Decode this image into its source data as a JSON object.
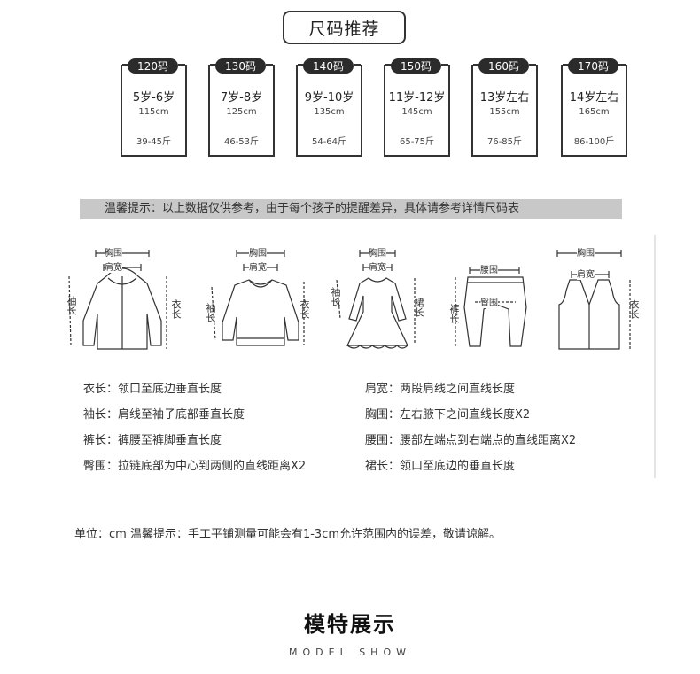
{
  "header": {
    "title": "尺码推荐"
  },
  "sizes": [
    {
      "tag": "120码",
      "age": "5岁-6岁",
      "height": "115cm",
      "weight": "39-45斤"
    },
    {
      "tag": "130码",
      "age": "7岁-8岁",
      "height": "125cm",
      "weight": "46-53斤"
    },
    {
      "tag": "140码",
      "age": "9岁-10岁",
      "height": "135cm",
      "weight": "54-64斤"
    },
    {
      "tag": "150码",
      "age": "11岁-12岁",
      "height": "145cm",
      "weight": "65-75斤"
    },
    {
      "tag": "160码",
      "age": "13岁左右",
      "height": "155cm",
      "weight": "76-85斤"
    },
    {
      "tag": "170码",
      "age": "14岁左右",
      "height": "165cm",
      "weight": "86-100斤"
    }
  ],
  "tip": "温馨提示：以上数据仅供参考，由于每个孩子的提醒差异，具体请参考详情尺码表",
  "diagrams": {
    "jacket": {
      "chest": "胸围",
      "shoulder": "肩宽",
      "sleeve": "袖长",
      "length": "衣长"
    },
    "sweater": {
      "chest": "胸围",
      "shoulder": "肩宽",
      "sleeve": "袖长",
      "length": "衣长"
    },
    "dress": {
      "chest": "胸围",
      "shoulder": "肩宽",
      "sleeve": "袖长",
      "length": "裙长"
    },
    "pants": {
      "waist": "腰围",
      "hip": "臀围",
      "length": "裤长"
    },
    "vest": {
      "chest": "胸围",
      "shoulder": "肩宽",
      "length": "衣长"
    }
  },
  "definitions": {
    "left": [
      {
        "key": "衣长：",
        "value": "领口至底边垂直长度"
      },
      {
        "key": "袖长：",
        "value": "肩线至袖子底部垂直长度"
      },
      {
        "key": "裤长：",
        "value": "裤腰至裤脚垂直长度"
      },
      {
        "key": "臀围：",
        "value": "拉链底部为中心到两侧的直线距离X2"
      }
    ],
    "right": [
      {
        "key": "肩宽：",
        "value": "两段肩线之间直线长度"
      },
      {
        "key": "胸围：",
        "value": "左右腋下之间直线长度X2"
      },
      {
        "key": "腰围：",
        "value": "腰部左端点到右端点的直线距离X2"
      },
      {
        "key": "裙长：",
        "value": "领口至底边的垂直长度"
      }
    ]
  },
  "unit_note": "单位：cm  温馨提示：手工平铺测量可能会有1-3cm允许范围内的误差，敬请谅解。",
  "model": {
    "title": "模特展示",
    "subtitle": "MODEL SHOW"
  }
}
